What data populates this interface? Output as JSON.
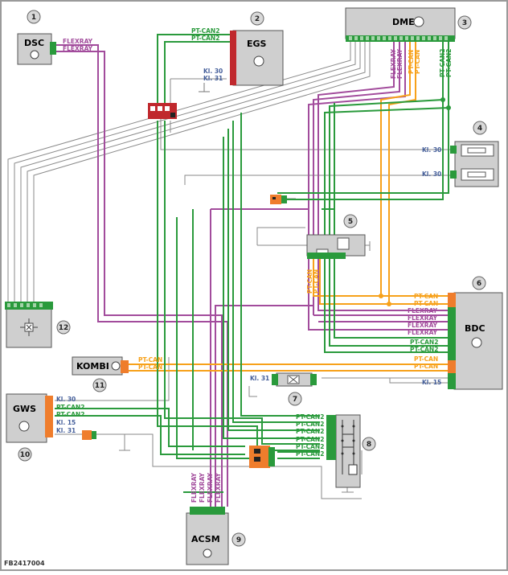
{
  "figure_id": "FB2417004",
  "colors": {
    "flexray": "#a24c9c",
    "pt_can": "#f7a11a",
    "pt_can2": "#2a9a3c",
    "kl": "#445e9a",
    "ground": "#777777",
    "wire_grey": "#8a8a8a",
    "module_fill": "#cfcfcf",
    "plug_red": "#c0282d",
    "plug_orange": "#ef7d2c"
  },
  "components": {
    "dsc": {
      "name": "DSC",
      "number": "1"
    },
    "egs": {
      "name": "EGS",
      "number": "2"
    },
    "dme": {
      "name": "DME",
      "number": "3"
    },
    "fuse_box": {
      "number": "4"
    },
    "module5": {
      "number": "5"
    },
    "bdc": {
      "name": "BDC",
      "number": "6"
    },
    "module7": {
      "number": "7"
    },
    "module8": {
      "number": "8"
    },
    "acsm": {
      "name": "ACSM",
      "number": "9"
    },
    "gws": {
      "name": "GWS",
      "number": "10"
    },
    "kombi": {
      "name": "KOMBI",
      "number": "11"
    },
    "module12": {
      "number": "12"
    }
  },
  "labels": {
    "flexray": "FLEXRAY",
    "pt_can": "PT-CAN",
    "pt_can2": "PT-CAN2",
    "kl30": "Kl. 30",
    "kl31": "Kl. 31",
    "kl15": "Kl. 15"
  }
}
